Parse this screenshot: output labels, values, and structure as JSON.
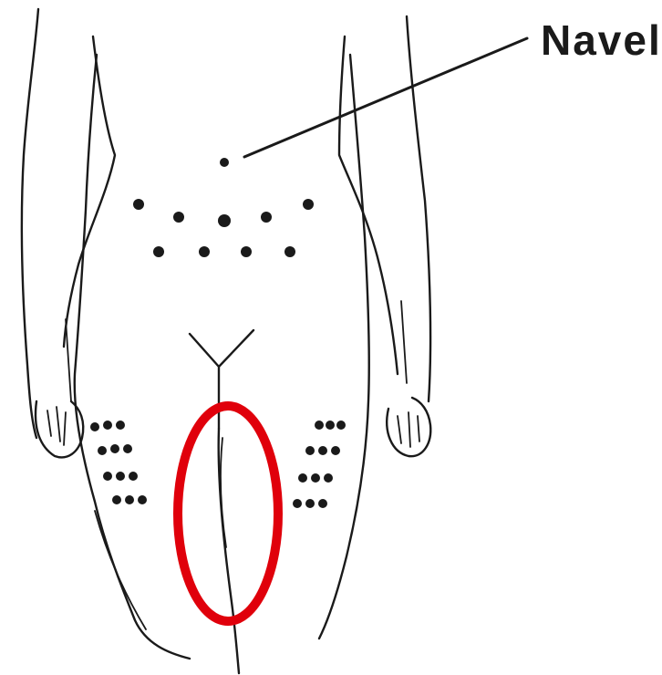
{
  "labels": {
    "navel": "Navel"
  },
  "colors": {
    "outline": "#1a1a1a",
    "highlight": "#e0000b",
    "background": "#ffffff"
  },
  "markers": {
    "navel_marker": "dot",
    "abdomen_sites": "dot-grid",
    "thigh_sites": "dot-grid",
    "highlight": "red-ellipse"
  }
}
